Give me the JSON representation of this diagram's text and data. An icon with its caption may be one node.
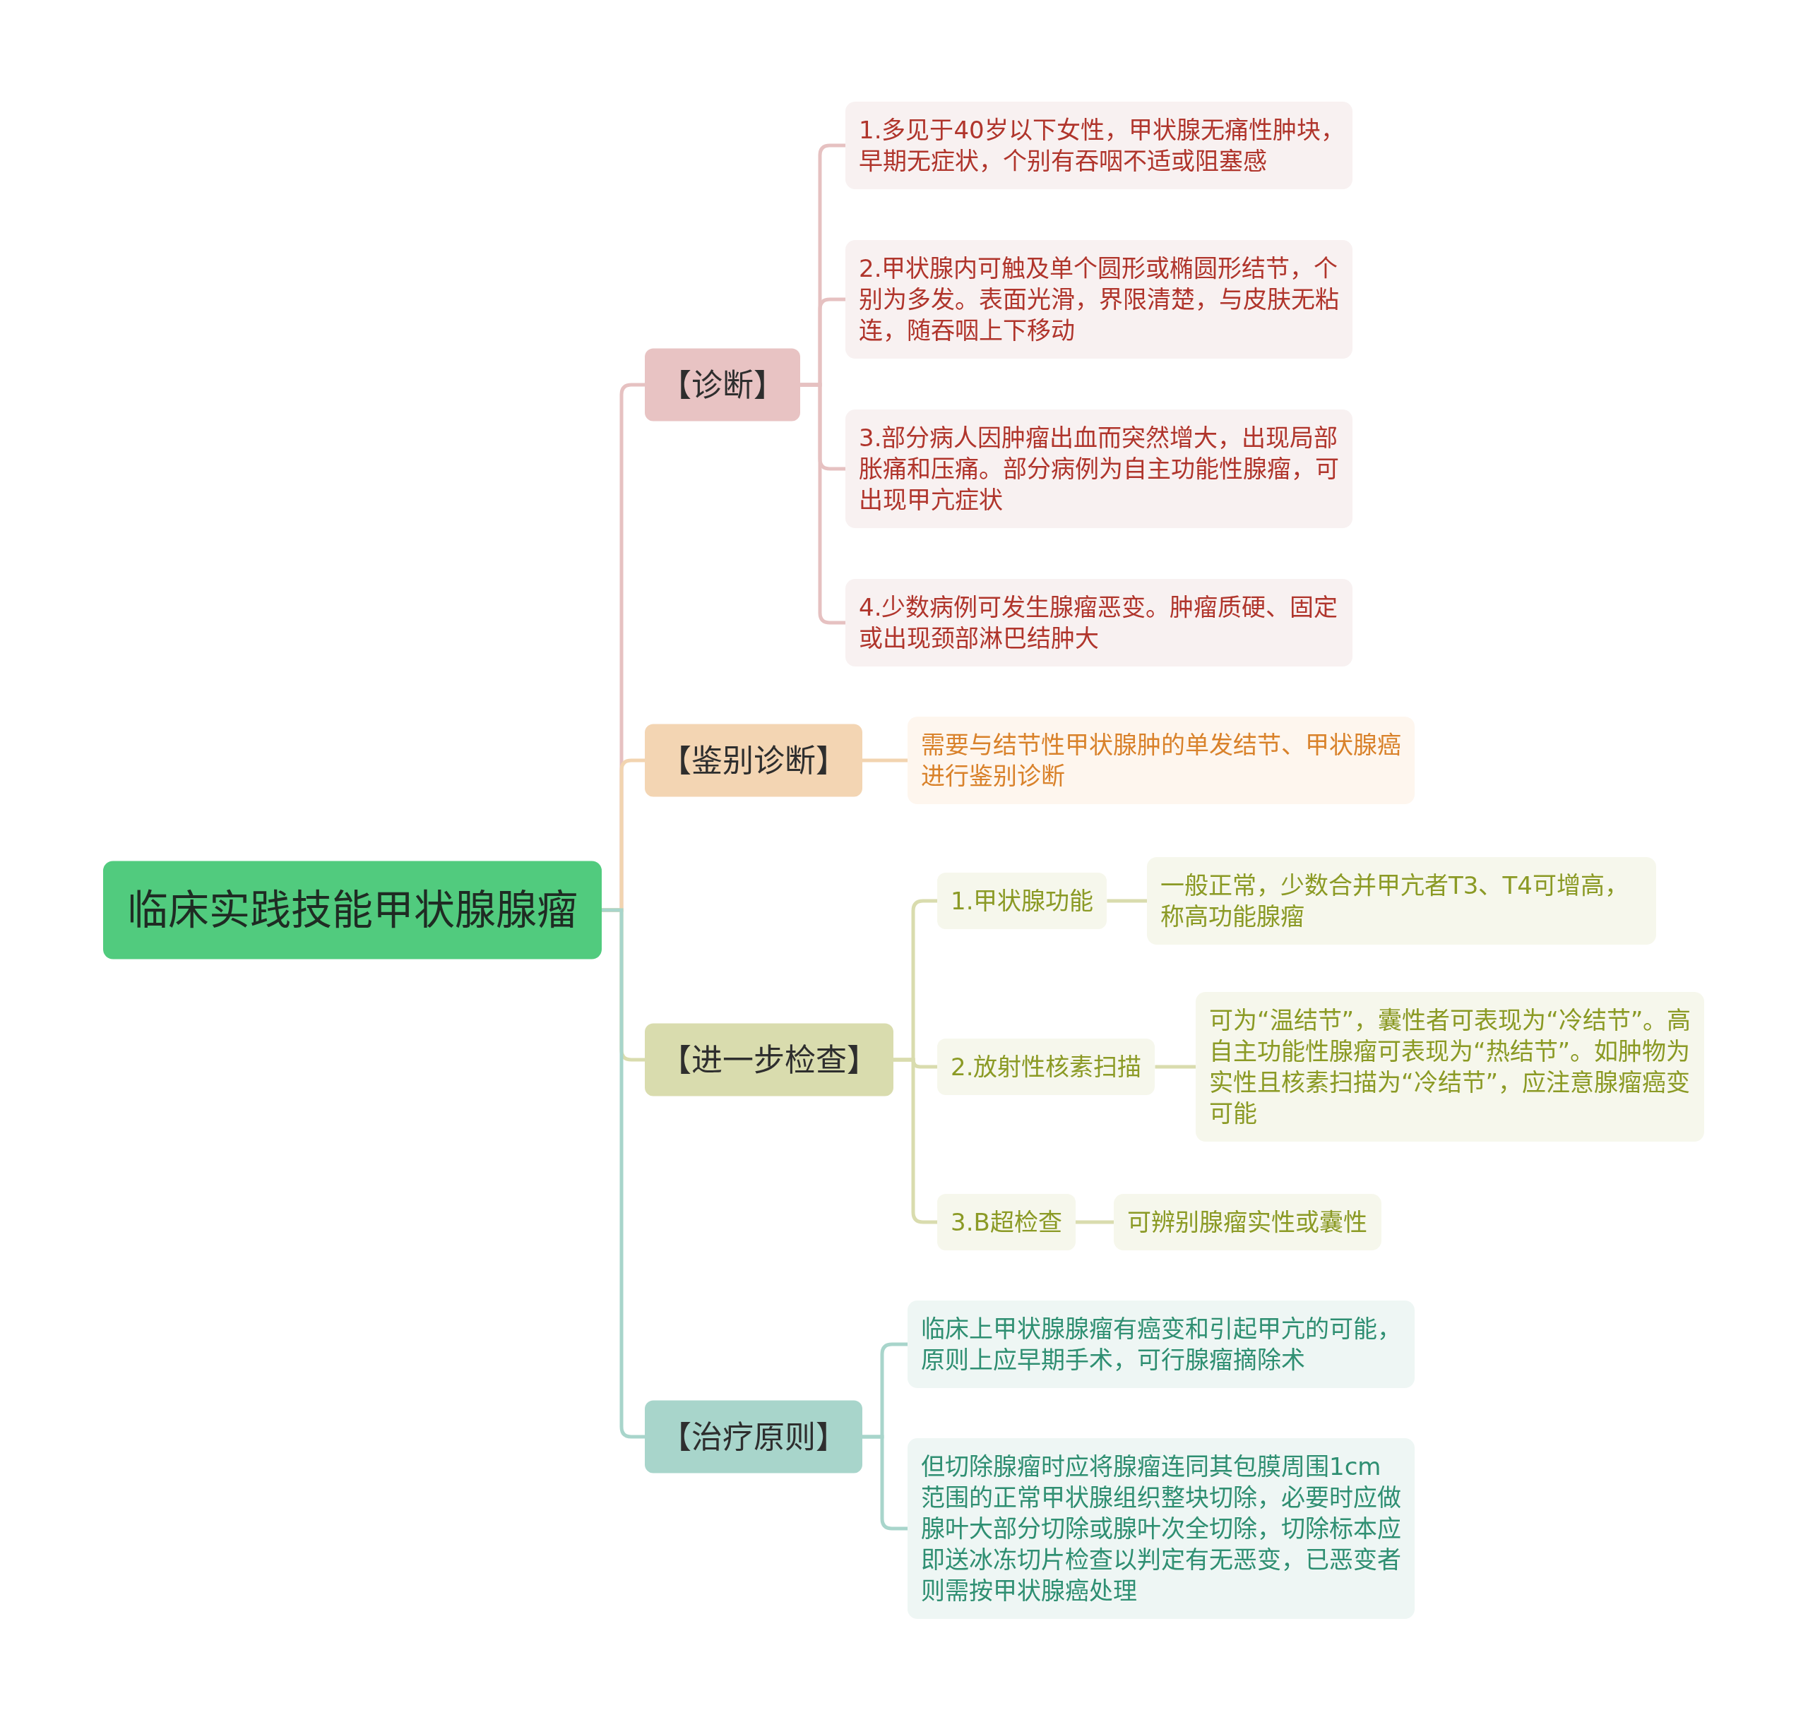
{
  "diagram": {
    "nodes": [
      {
        "text": [
          "临床实践技能甲状腺腺瘤"
        ]
      },
      {
        "text": [
          "【诊断】"
        ]
      },
      {
        "text": [
          "1.多见于40岁以下女性，甲状腺无痛性肿块，早期无症状，个别有吞咽不适或阻塞感"
        ]
      },
      {
        "text": [
          "2.甲状腺内可触及单个圆形或椭圆形结节，个别为多发。表面光滑，界限清楚，与皮肤无粘连，随吞咽上下移动"
        ]
      },
      {
        "text": [
          "3.部分病人因肿瘤出血而突然增大，出现局部胀痛和压痛。部分病例为自主功能性腺瘤，可出现甲亢症状"
        ]
      },
      {
        "text": [
          "4.少数病例可发生腺瘤恶变。肿瘤质硬、固定或出现颈部淋巴结肿大"
        ]
      },
      {
        "text": [
          "【鉴别诊断】"
        ]
      },
      {
        "text": [
          "需要与结节性甲状腺肿的单发结节、甲状腺癌进行鉴别诊断"
        ]
      },
      {
        "text": [
          "【进一步检查】"
        ]
      },
      {
        "text": [
          "1.甲状腺功能"
        ]
      },
      {
        "text": [
          "一般正常，少数合并甲亢者T3、T4可增高，称高功能腺瘤"
        ]
      },
      {
        "text": [
          "2.放射性核素扫描"
        ]
      },
      {
        "text": [
          "可为“温结节”，囊性者可表现为“冷结节”。高自主功能性腺瘤可表现为“热结节”。如肿物为实性且核素扫描为“冷结节”，应注意腺瘤癌变可能"
        ]
      },
      {
        "text": [
          "3.B超检查"
        ]
      },
      {
        "text": [
          "可辨别腺瘤实性或囊性"
        ]
      },
      {
        "text": [
          "【治疗原则】"
        ]
      },
      {
        "text": [
          "临床上甲状腺腺瘤有癌变和引起甲亢的可能，原则上应早期手术，可行腺瘤摘除术"
        ]
      },
      {
        "text": [
          "但切除腺瘤时应将腺瘤连同其包膜周围1cm范围的正常甲状腺组织整块切除，必要时应做腺叶大部分切除或腺叶次全切除，切除标本应即送冰冻切片检查以判定有无恶变，已恶变者则需按甲状腺癌处理"
        ]
      }
    ],
    "edges": [
      {
        "from": 0,
        "to": 1,
        "arrow": "none",
        "color": "#e6c1c1"
      },
      {
        "from": 1,
        "to": 2,
        "arrow": "none",
        "color": "#e6c1c1"
      },
      {
        "from": 1,
        "to": 3,
        "arrow": "none",
        "color": "#e6c1c1"
      },
      {
        "from": 1,
        "to": 4,
        "arrow": "none",
        "color": "#e6c1c1"
      },
      {
        "from": 1,
        "to": 5,
        "arrow": "none",
        "color": "#e6c1c1"
      },
      {
        "from": 0,
        "to": 6,
        "arrow": "none",
        "color": "#f2d4b0"
      },
      {
        "from": 6,
        "to": 7,
        "arrow": "none",
        "color": "#f2d4b0"
      },
      {
        "from": 0,
        "to": 8,
        "arrow": "none"
      },
      {
        "from": 8,
        "to": 9,
        "arrow": "none"
      },
      {
        "from": 9,
        "to": 10,
        "arrow": "none"
      },
      {
        "from": 8,
        "to": 11,
        "arrow": "none"
      },
      {
        "from": 11,
        "to": 12,
        "arrow": "none"
      },
      {
        "from": 8,
        "to": 13,
        "arrow": "none"
      },
      {
        "from": 13,
        "to": 14,
        "arrow": "none"
      },
      {
        "from": 0,
        "to": 15,
        "arrow": "none",
        "color": "#a8d5cb"
      },
      {
        "from": 15,
        "to": 16,
        "arrow": "none",
        "color": "#a8d5cb"
      },
      {
        "from": 15,
        "to": 17,
        "arrow": "none",
        "color": "#a8d5cb"
      }
    ]
  }
}
